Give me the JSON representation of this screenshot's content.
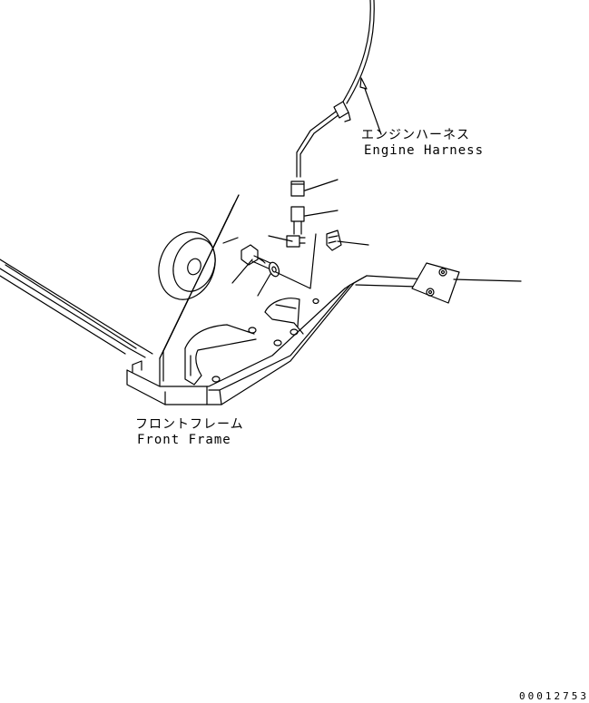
{
  "labels": {
    "engine_harness_jp": "エンジンハーネス",
    "engine_harness_en": "Engine Harness",
    "front_frame_jp": "フロントフレーム",
    "front_frame_en": "Front Frame",
    "drawing_code": "00012753"
  },
  "colors": {
    "line": "#000000",
    "background": "#ffffff"
  }
}
